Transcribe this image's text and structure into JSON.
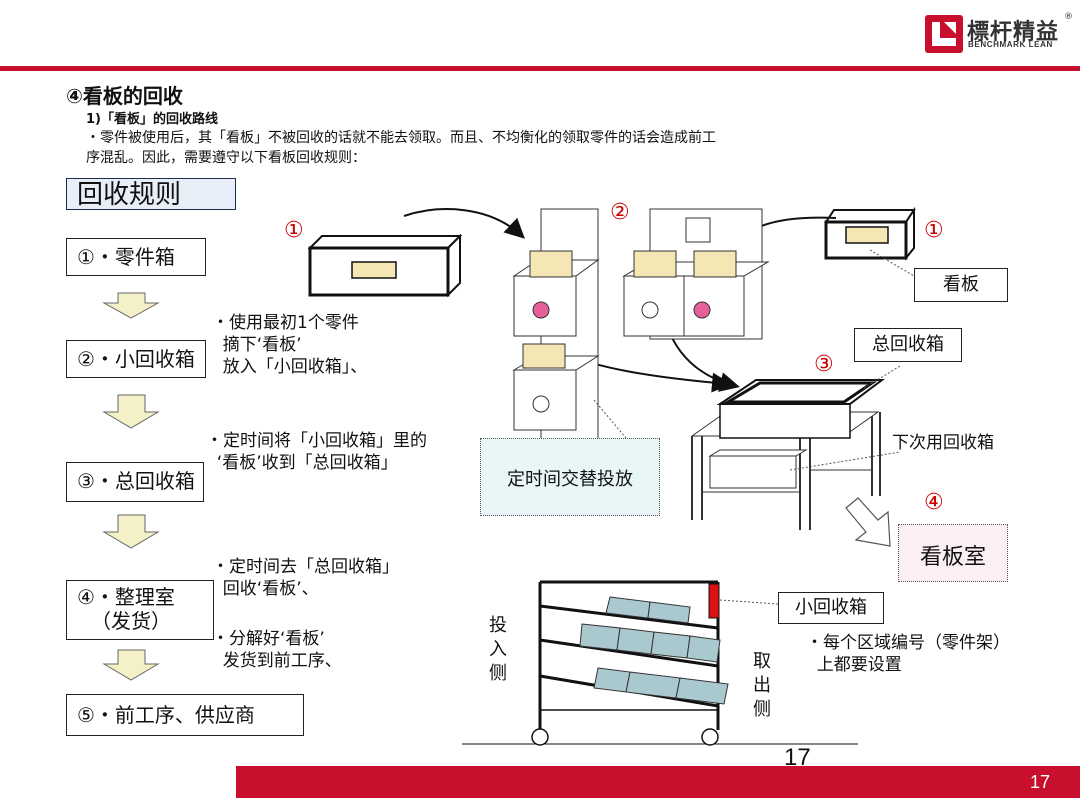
{
  "logo": {
    "name_cn": "標杆精益",
    "name_en": "BENCHMARK LEAN",
    "reg_mark": "®"
  },
  "section_title": "④看板的回收",
  "subsection_title": "1)「看板」的回收路线",
  "description": "・零件被使用后，其「看板」不被回收的话就不能去领取。而且、不均衡化的领取零件的话会造成前工序混乱。因此，需要遵守以下看板回收规则：",
  "rules_title": "回收规则",
  "steps": [
    {
      "label": "①・零件箱"
    },
    {
      "label": "②・小回收箱"
    },
    {
      "label": "③・总回收箱"
    },
    {
      "label": "④・整理室",
      "sub": "（发货）"
    },
    {
      "label": "⑤・前工序、供应商"
    }
  ],
  "notes": [
    "・使用最初1个零件\n  摘下‘看板’\n  放入「小回收箱」、",
    "・定时间将「小回收箱」里的\n  ‘看板’收到「总回收箱」",
    "・定时间去「总回收箱」\n  回收‘看板’、",
    "・分解好‘看板’\n  发货到前工序、"
  ],
  "diagram": {
    "markers": {
      "m1": "①",
      "m2": "②",
      "m3": "③",
      "m4": "④"
    },
    "kanban_label": "看板",
    "total_box_label": "总回收箱",
    "next_box_label": "下次用回收箱",
    "timed_drop_label": "定时间交替投放",
    "kanban_room_label": "看板室",
    "small_box_label": "小回收箱",
    "area_note": "・每个区域编号（零件架）\n  上都要设置",
    "input_side": "投入侧",
    "output_side": "取出侧"
  },
  "page_number": "17",
  "footer_page_number": "17",
  "colors": {
    "accent": "#c8102e",
    "kanban_card": "#f5e7b4",
    "parts": "#a9c9cf",
    "magnet": "#e8609a"
  }
}
